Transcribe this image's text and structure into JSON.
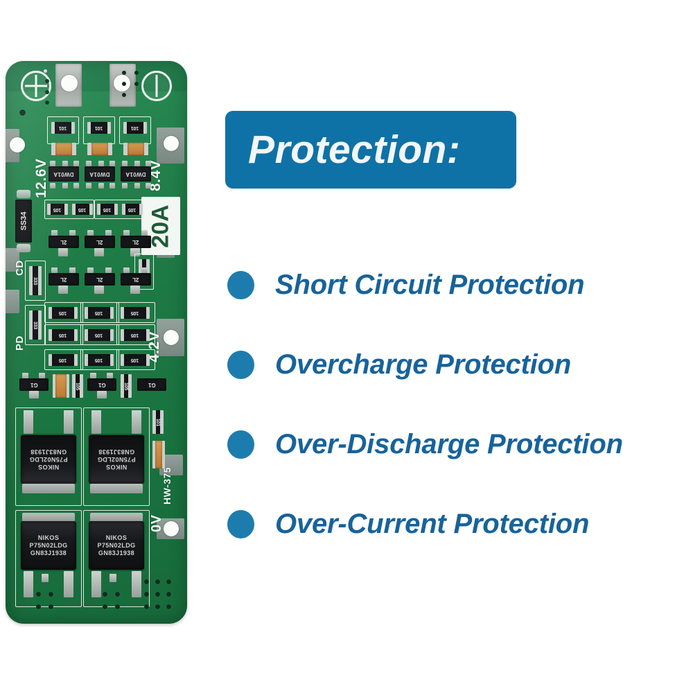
{
  "page": {
    "background_color": "#ffffff",
    "accent_blue": "#0e72a6",
    "bullet_blue": "#1d7cae",
    "text_blue": "#17639b",
    "pcb_green": "#1f7c46"
  },
  "header": {
    "title": "Protection:"
  },
  "features": [
    {
      "label": "Short Circuit Protection"
    },
    {
      "label": "Overcharge Protection"
    },
    {
      "label": "Over-Discharge Protection"
    },
    {
      "label": "Over-Current Protection"
    }
  ],
  "pcb": {
    "silkscreen": {
      "voltage_full": "12.6V",
      "voltage_mid": "8.4V",
      "voltage_cell": "4.2V",
      "current_rating": "20A",
      "ground": "0V",
      "board_model": "HW-375",
      "pad_cd": "CD",
      "pad_pd": "PD",
      "terminal_positive": "+",
      "terminal_negative": "−"
    },
    "components": {
      "protection_ic": "DW01A",
      "schottky_diode": "SS34",
      "mosfet_brand": "NIKOS",
      "mosfet_part": "P75N02LDG",
      "mosfet_batch": "GN83J1938",
      "resistor_101": "101",
      "resistor_105": "105",
      "resistor_333": "333",
      "transistor_2l": "2L",
      "transistor_g1": "G1"
    }
  }
}
